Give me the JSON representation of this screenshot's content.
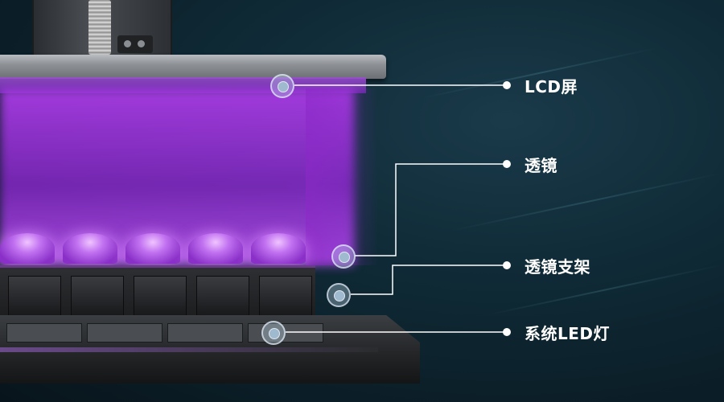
{
  "labels": {
    "lcd": "LCD屏",
    "lens": "透镜",
    "lens_holder": "透镜支架",
    "led": "系统LED灯"
  },
  "colors": {
    "uv_glow": "#a43ce6",
    "background": "#0f2a36",
    "callout_line": "#ffffff"
  }
}
